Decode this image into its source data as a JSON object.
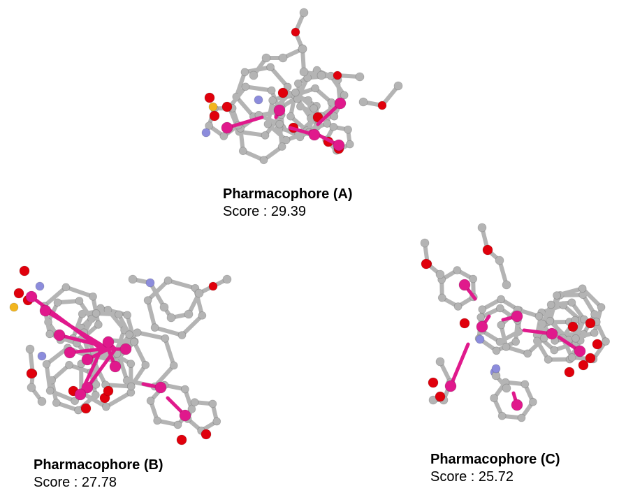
{
  "pharmacophores": [
    {
      "title": "Pharmacophore (A)",
      "score_label": "Score : ",
      "score": "29.39"
    },
    {
      "title": "Pharmacophore (B)",
      "score_label": "Score : ",
      "score": "27.78"
    },
    {
      "title": "Pharmacophore (C)",
      "score_label": "Score : ",
      "score": "25.72"
    }
  ],
  "colors": {
    "carbon": "#b4b4b4",
    "oxygen": "#e0000c",
    "nitrogen": "#8c8cdc",
    "sulfur": "#f2b51e",
    "feature": "#e0198c"
  }
}
